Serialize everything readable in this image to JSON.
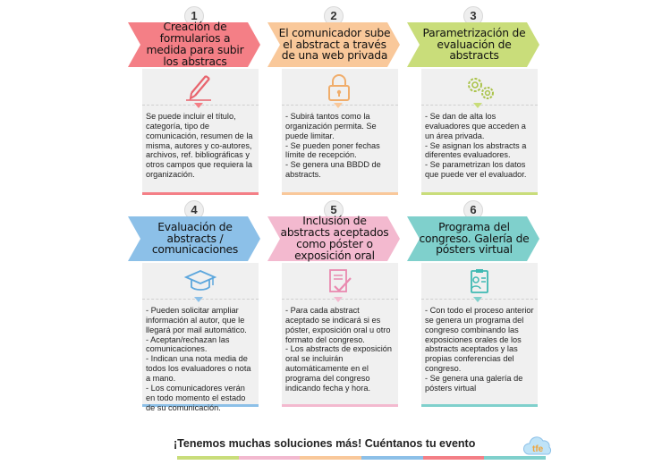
{
  "steps": [
    {
      "number": "1",
      "title": "Creación de formularios a medida para subir los abstracs",
      "icon": "pen-icon",
      "color": "#f47f86",
      "body": "Se puede incluir el título, categoría, tipo de comunicación, resumen de la misma, autores y co-autores, archivos, ref. bibliográficas y otros campos que requiera la organización."
    },
    {
      "number": "2",
      "title": "El comunicador sube el abstract a través de una web privada",
      "icon": "padlock-icon",
      "color": "#f9c89a",
      "body": "- Subirá tantos como la organización permita. Se puede limitar.\n- Se pueden poner fechas límite de recepción.\n- Se genera una BBDD de abstracts."
    },
    {
      "number": "3",
      "title": "Parametrización de evaluación de abstracts",
      "icon": "gears-icon",
      "color": "#c9dd7a",
      "body": "- Se dan de alta los evaluadores que acceden a un área privada.\n- Se asignan los abstracts a diferentes evaluadores.\n- Se parametrizan los datos que puede ver el evaluador."
    },
    {
      "number": "4",
      "title": "Evaluación de abstracts / comunicaciones",
      "icon": "graduation-cap-icon",
      "color": "#8cc0e8",
      "body": "- Pueden solicitar ampliar información al autor, que le llegará por mail automático.\n- Aceptan/rechazan las comunicaciones.\n- Indican una nota media de todos los evaluadores o nota a mano.\n- Los comunicadores verán en todo momento el estado de su comunicación."
    },
    {
      "number": "5",
      "title": "Inclusión de abstracts aceptados como póster o exposición oral",
      "icon": "approved-document-icon",
      "color": "#f3b9cf",
      "body": "- Para cada abstract aceptado se indicará si es póster, exposición oral u otro formato del congreso.\n- Los abstracts de exposición oral se incluirán automáticamente en el programa del congreso indicando fecha y hora."
    },
    {
      "number": "6",
      "title": "Programa del congreso. Galería de pósters virtual",
      "icon": "program-clipboard-icon",
      "color": "#7fd0cc",
      "body": "- Con todo el proceso anterior se genera un programa del congreso combinando las exposiciones orales de los abstracts aceptados y las propias conferencias del congreso.\n- Se genera una galería de pósters virtual"
    }
  ],
  "footer": {
    "text": "¡Tenemos muchas soluciones más! Cuéntanos tu evento",
    "bar_colors": [
      "#c9dd7a",
      "#f3b9cf",
      "#f9c89a",
      "#8cc0e8",
      "#f47f86",
      "#7fd0cc"
    ]
  },
  "logo": {
    "text": "tfe",
    "icon": "cloud-logo-icon"
  }
}
